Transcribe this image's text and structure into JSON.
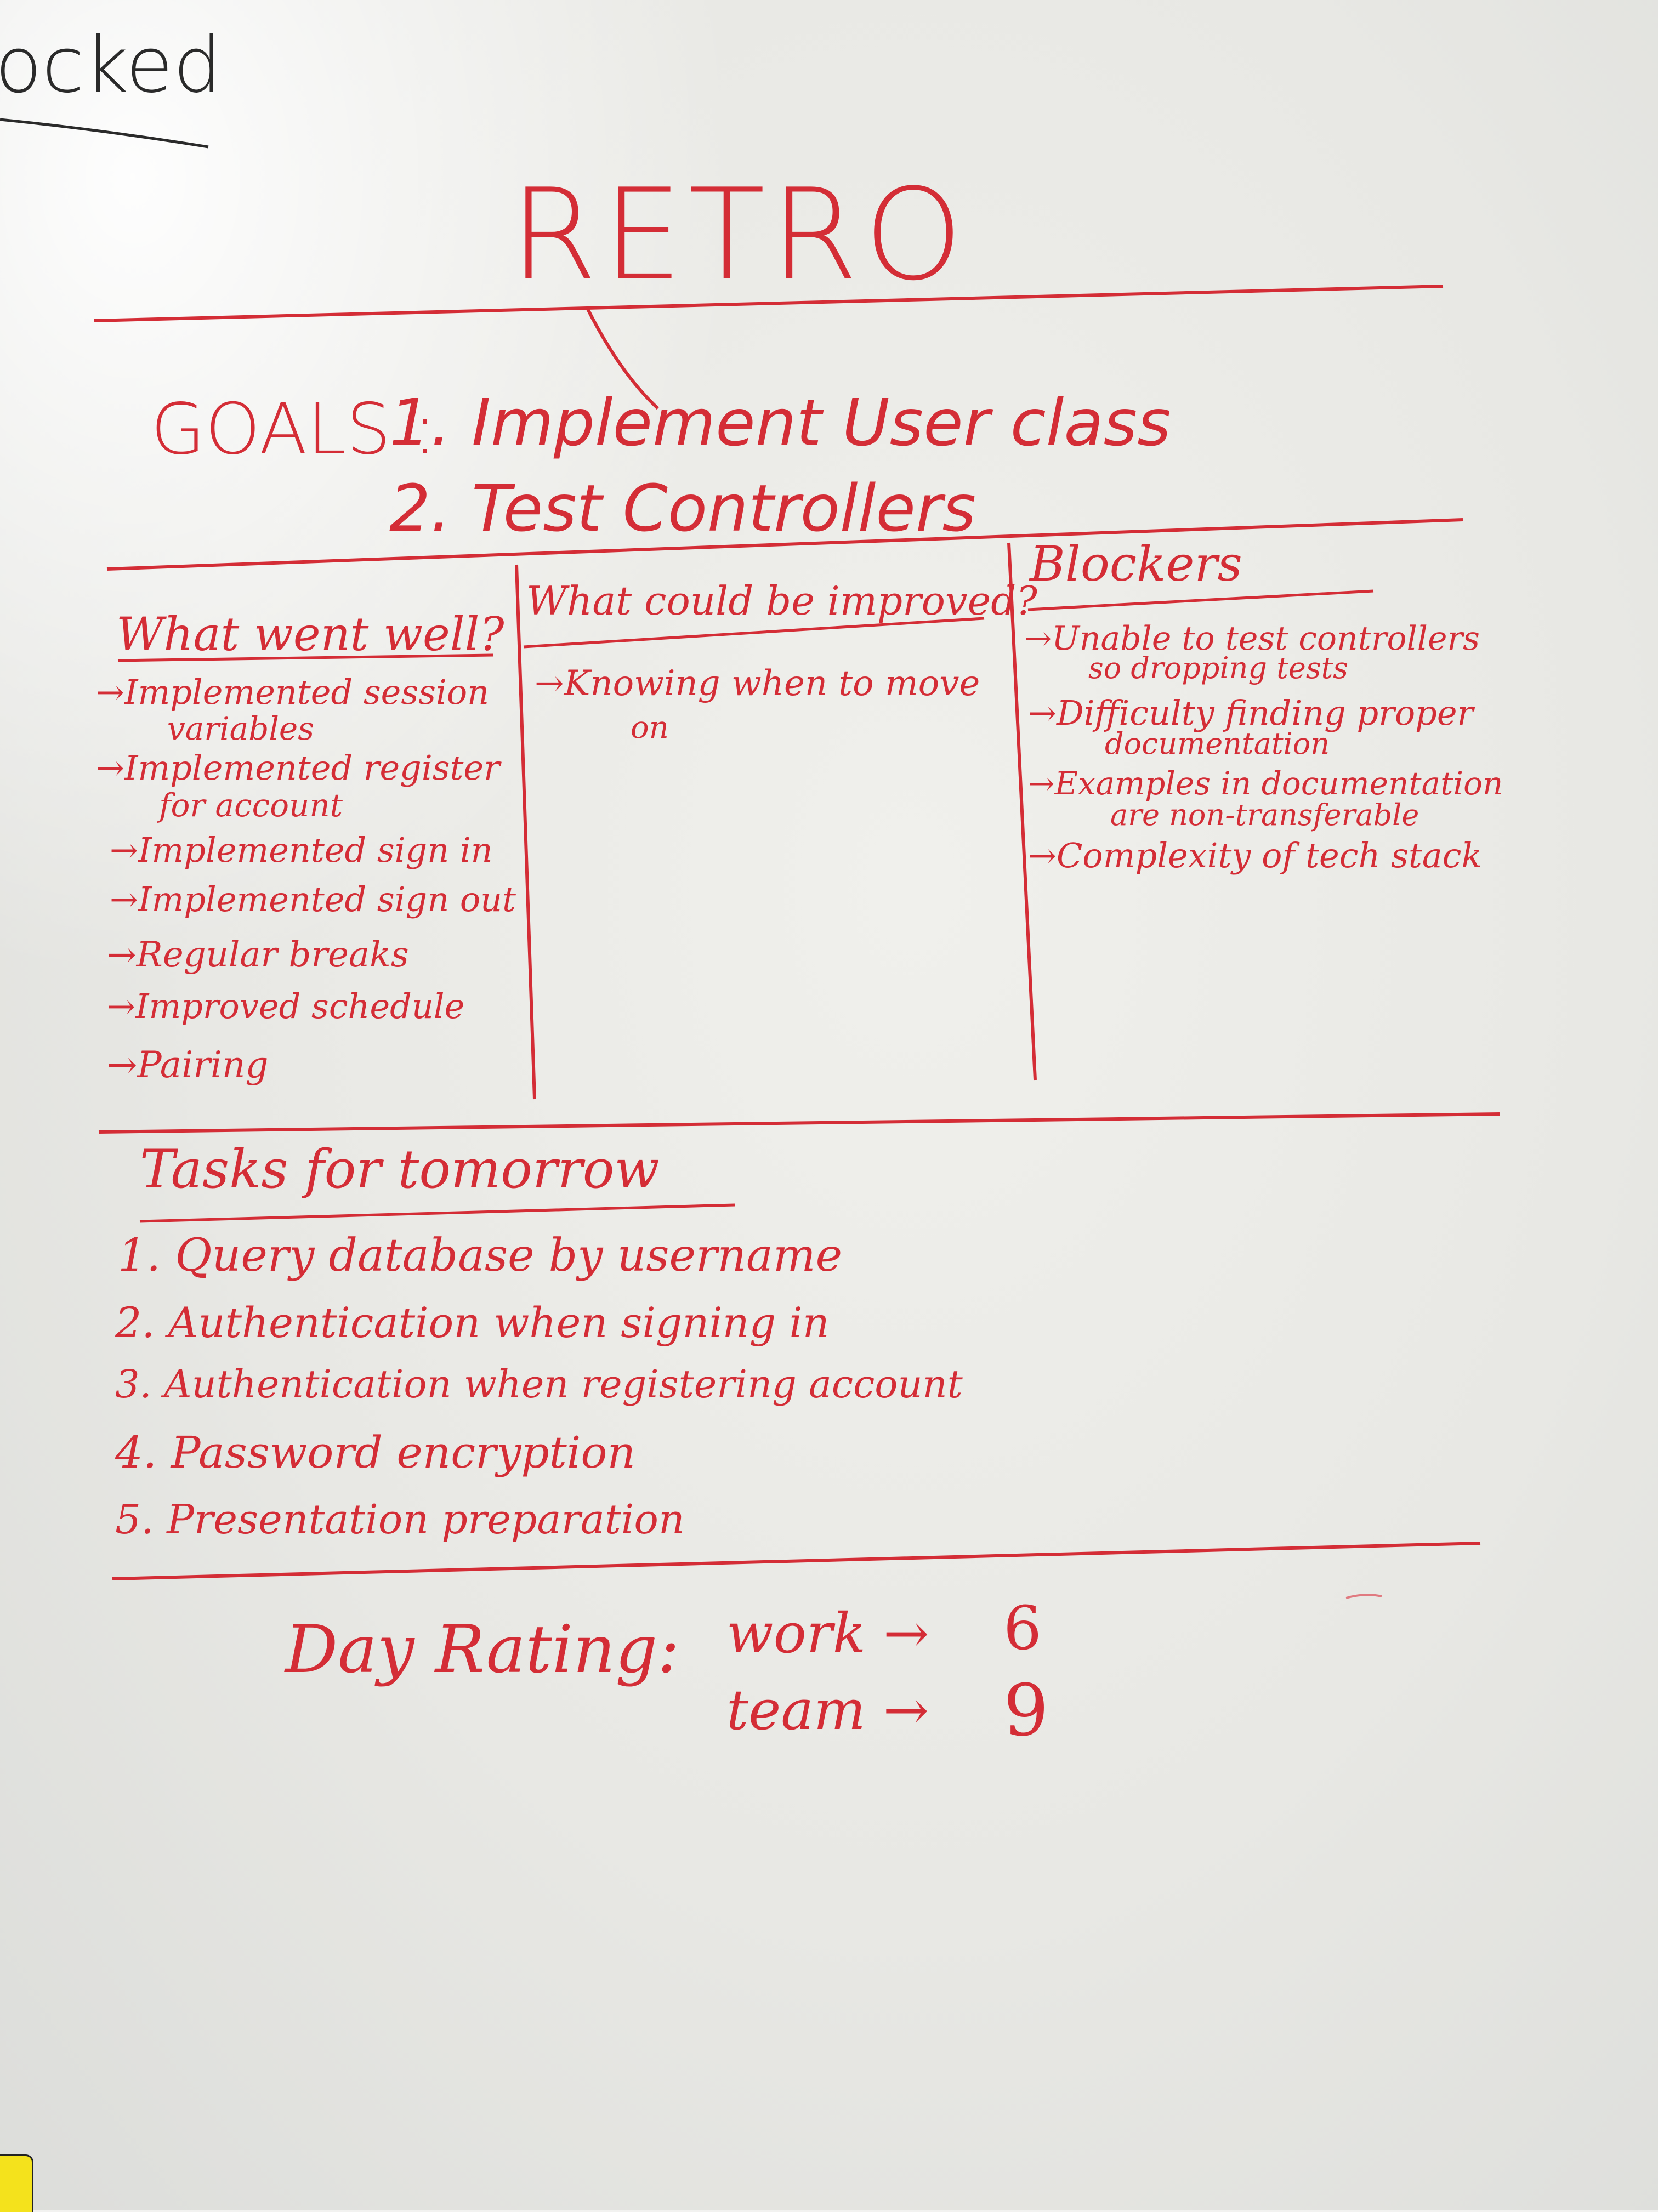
{
  "corner_word": "locked",
  "title": "RETRO",
  "goals": {
    "label": "GOALS :",
    "items": [
      "1. Implement User class",
      "2. Test Controllers"
    ]
  },
  "columns": [
    {
      "heading": "What went well?",
      "items": [
        "→Implemented session",
        "variables",
        "→Implemented register",
        "for account",
        "→Implemented sign in",
        "→Implemented sign out",
        "→Regular breaks",
        "→Improved schedule",
        "→Pairing"
      ]
    },
    {
      "heading": "What could be improved?",
      "items": [
        "→Knowing when to move",
        "on"
      ]
    },
    {
      "heading": "Blockers",
      "items": [
        "→Unable to test controllers",
        "so dropping tests",
        "→Difficulty finding proper",
        "documentation",
        "→Examples in documentation",
        "are non-transferable",
        "→Complexity of tech stack"
      ]
    }
  ],
  "tasks": {
    "heading": "Tasks for tomorrow",
    "items": [
      "1. Query database by username",
      "2. Authentication when signing in",
      "3. Authentication when registering account",
      "4. Password encryption",
      "5. Presentation preparation"
    ]
  },
  "rating": {
    "label": "Day Rating:",
    "work_label": "work →",
    "work_value": "6",
    "team_label": "team →",
    "team_value": "9"
  },
  "colors": {
    "marker_red": "#d42d36",
    "marker_black": "#2a2a2a",
    "magnet_yellow": "#f4e21c"
  }
}
